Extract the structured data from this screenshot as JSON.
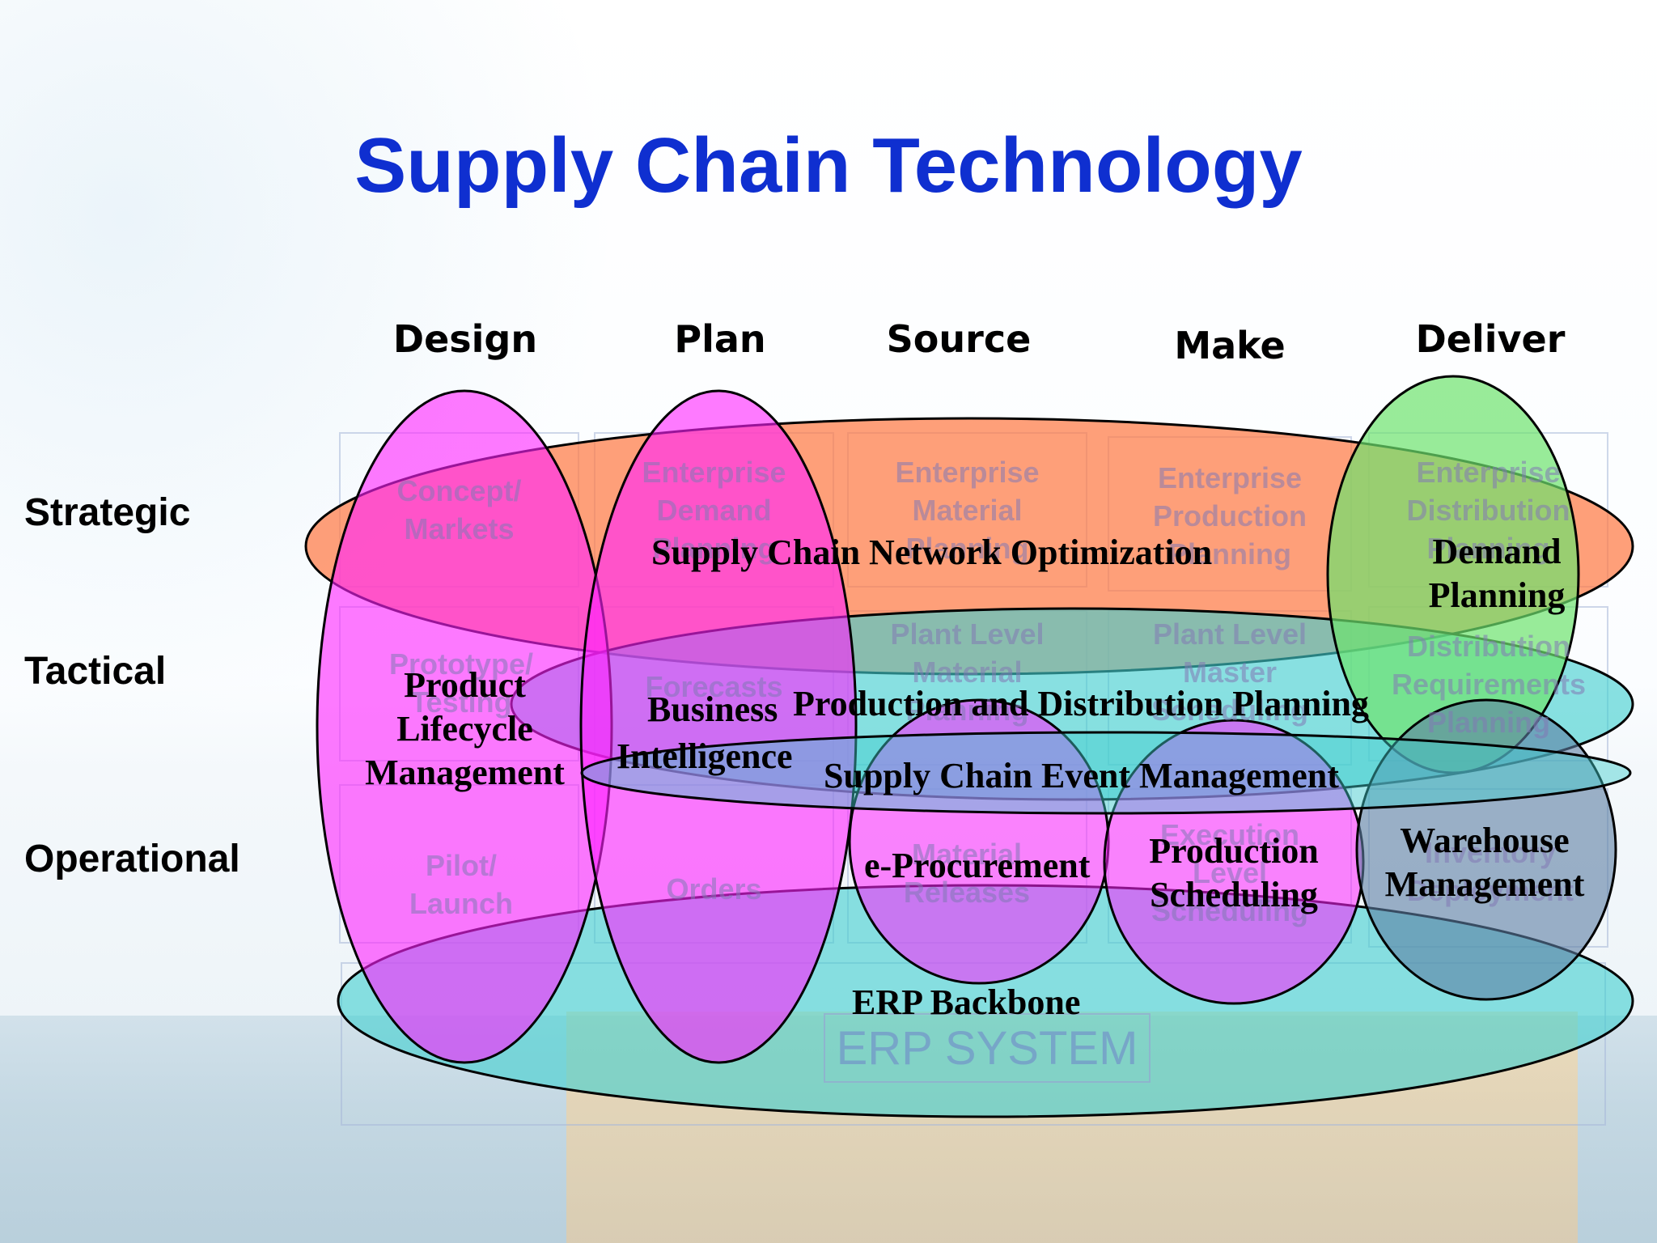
{
  "slide": {
    "title": "Supply Chain Technology",
    "columns": [
      "Design",
      "Plan",
      "Source",
      "Make",
      "Deliver"
    ],
    "rows": [
      "Strategic",
      "Tactical",
      "Operational"
    ],
    "background_cells": {
      "strategic": [
        "Concept/ Markets",
        "Enterprise Demand Planning",
        "Enterprise Material Planning",
        "Enterprise Production Planning",
        "Enterprise Distribution Planning"
      ],
      "tactical": [
        "Prototype/ Testing",
        "Forecasts",
        "Plant Level Material Planning",
        "Plant Level Master Scheduling",
        "Distribution Requirements Planning"
      ],
      "operational": [
        "Pilot/ Launch",
        "Orders",
        "Material Releases",
        "Execution Level Scheduling",
        "Inventory Deployment"
      ],
      "erp_system": "ERP SYSTEM"
    },
    "ovals": {
      "supply_chain_network_optimization": "Supply Chain Network Optimization",
      "demand_planning": "Demand Planning",
      "product_lifecycle_management": "Product Lifecycle Management",
      "business_intelligence": "Business Intelligence",
      "production_and_distribution_planning": "Production and Distribution Planning",
      "supply_chain_event_management": "Supply Chain Event Management",
      "e_procurement": "e-Procurement",
      "production_scheduling": "Production Scheduling",
      "warehouse_management": "Warehouse Management",
      "erp_backbone": "ERP Backbone"
    }
  },
  "colors": {
    "title": "#0f2fd0",
    "magenta": "#ff22ff",
    "orange": "#ff7a45",
    "teal": "#40cfcf",
    "green": "#6ee36e",
    "slate": "#5d7fa4"
  }
}
